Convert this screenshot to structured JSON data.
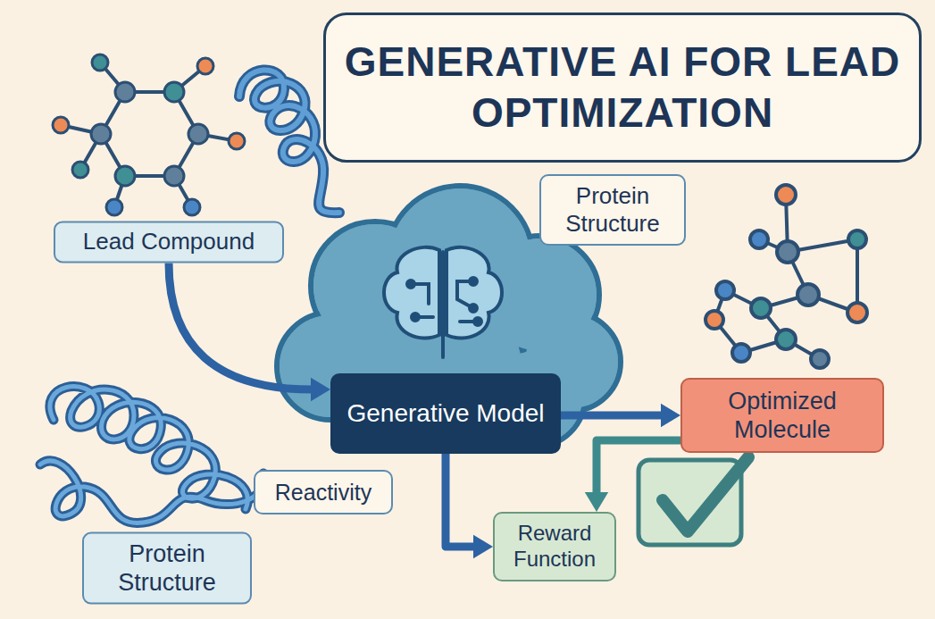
{
  "diagram": {
    "title": "GENERATIVE AI FOR LEAD OPTIMIZATION",
    "nodes": [
      {
        "text": [
          "Lead Compound"
        ]
      },
      {
        "text": [
          "Protein Structure"
        ]
      },
      {
        "text": [
          "Generative Model"
        ]
      },
      {
        "text": [
          "Optimized Molecule"
        ]
      },
      {
        "text": [
          "Reactivity"
        ]
      },
      {
        "text": [
          "Protein Structure"
        ]
      },
      {
        "text": [
          "Reward Function"
        ]
      }
    ],
    "edges": [
      {
        "from": 0,
        "to": 2,
        "arrow": "to"
      },
      {
        "from": 2,
        "to": 3,
        "arrow": "to"
      },
      {
        "from": 2,
        "to": 6,
        "arrow": "to"
      },
      {
        "from": 3,
        "to": 6,
        "arrow": "to"
      }
    ]
  }
}
